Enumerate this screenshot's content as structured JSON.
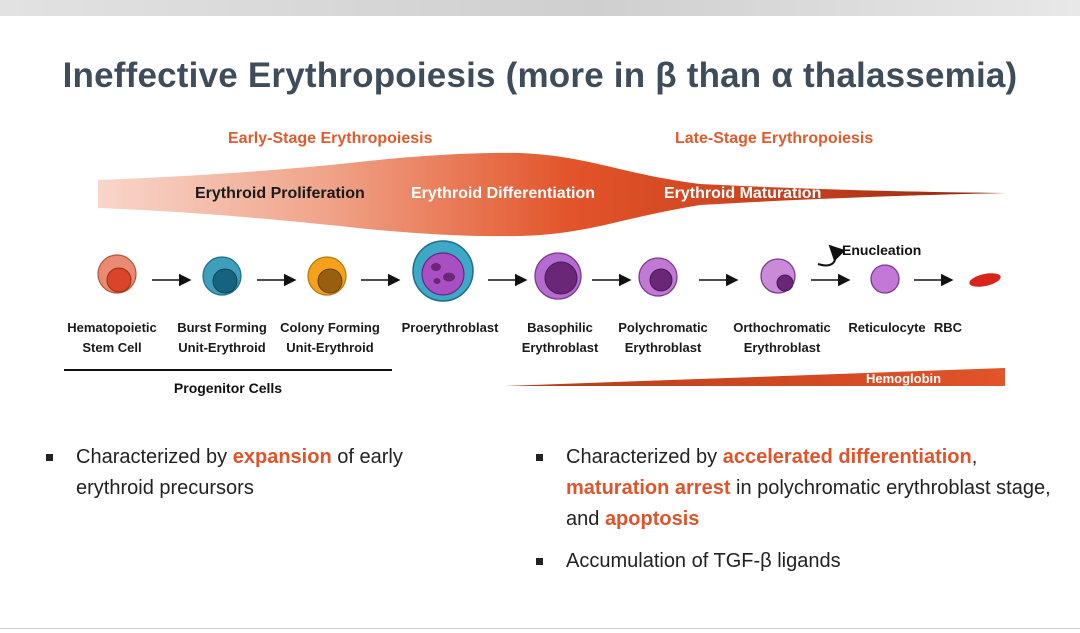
{
  "title": "Ineffective Erythropoiesis (more in β than α thalassemia)",
  "stages": {
    "early": "Early-Stage Erythropoiesis",
    "late": "Late-Stage Erythropoiesis"
  },
  "band": {
    "proliferation": "Erythroid Proliferation",
    "differentiation": "Erythroid Differentiation",
    "maturation": "Erythroid Maturation"
  },
  "cells": [
    {
      "label": "Hematopoietic\nStem Cell",
      "outer_color": "#e98a72",
      "inner_color": "#d9452a"
    },
    {
      "label": "Burst Forming\nUnit-Erythroid",
      "outer_color": "#3e9fba",
      "inner_color": "#15637e"
    },
    {
      "label": "Colony Forming\nUnit-Erythroid",
      "outer_color": "#f4a21c",
      "inner_color": "#9a5f0e"
    },
    {
      "label": "Proerythroblast",
      "outer_color": "#3ea8c8",
      "inner_color": "#a94fc4"
    },
    {
      "label": "Basophilic\nErythroblast",
      "outer_color": "#b56bd0",
      "inner_color": "#6a2778"
    },
    {
      "label": "Polychromatic\nErythroblast",
      "outer_color": "#c07ad4",
      "inner_color": "#6a2778"
    },
    {
      "label": "Orthochromatic\nErythroblast",
      "outer_color": "#c98ad8",
      "inner_color": "#6a2778"
    },
    {
      "label": "Reticulocyte",
      "outer_color": "#c377d6",
      "inner_color": ""
    },
    {
      "label": "RBC",
      "outer_color": "#d9231d",
      "inner_color": ""
    }
  ],
  "enucleation": "Enucleation",
  "progenitor": "Progenitor Cells",
  "hemoglobin": "Hemoglobin",
  "colors": {
    "accent": "#e1532a",
    "title": "#3f4d5b",
    "band_start": "#f6cfc1",
    "band_mid": "#e2542a",
    "band_end": "#9a2a10"
  },
  "left_bullets": [
    {
      "pre": "Characterized by ",
      "hl": "expansion",
      "post": " of early erythroid precursors"
    }
  ],
  "right_bullets": [
    {
      "pre": "Characterized by ",
      "hl1": "accelerated differentiation",
      "mid1": ", ",
      "hl2": "maturation arrest",
      "mid2": " in polychromatic erythroblast stage, and ",
      "hl3": "apoptosis"
    },
    {
      "text": "Accumulation of TGF-β ligands"
    }
  ]
}
